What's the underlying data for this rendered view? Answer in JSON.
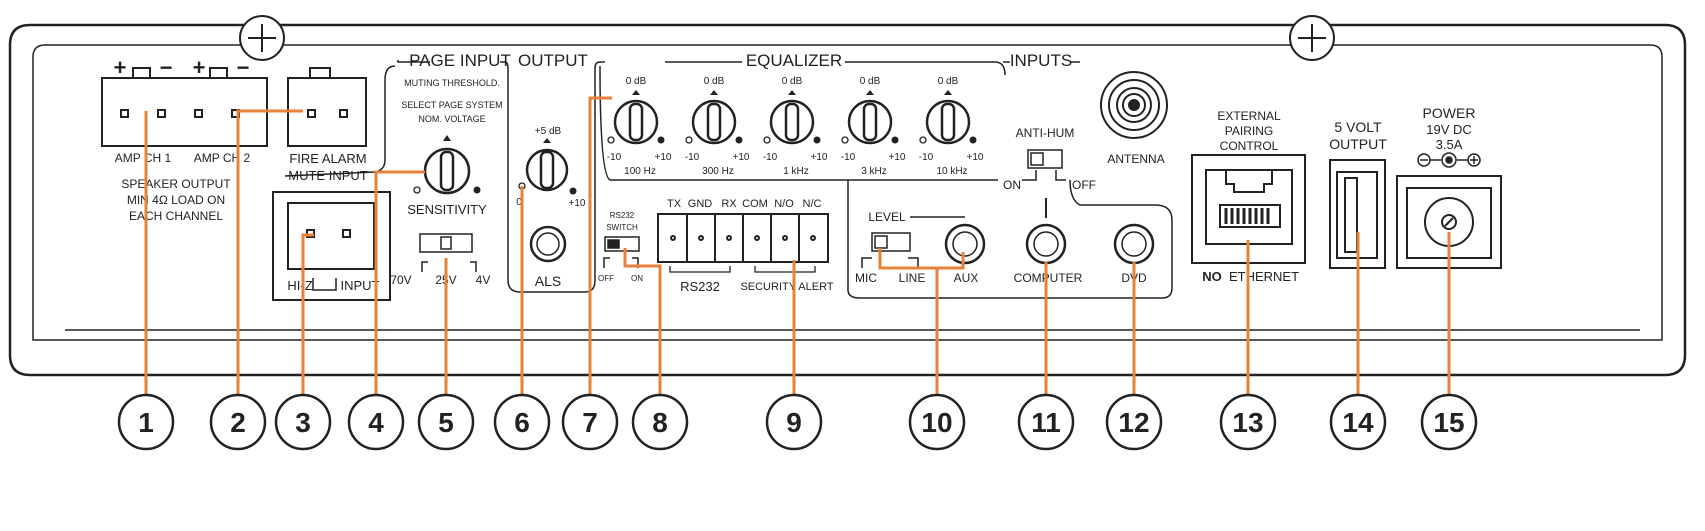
{
  "colors": {
    "callout_line": "#e8823a",
    "panel_outline": "#222222",
    "panel_fill": "#ffffff",
    "accent_orange": "#e8823a"
  },
  "sections": {
    "page_input": "PAGE INPUT",
    "output": "OUTPUT",
    "equalizer": "EQUALIZER",
    "inputs": "INPUTS"
  },
  "speaker": {
    "polarity": [
      "+",
      "−",
      "+",
      "−"
    ],
    "ch1": "AMP CH 1",
    "ch2": "AMP CH 2",
    "desc": [
      "SPEAKER OUTPUT",
      "MIN 4Ω LOAD ON",
      "EACH CHANNEL"
    ]
  },
  "fire_alarm": [
    "FIRE ALARM",
    "MUTE INPUT"
  ],
  "page_input": {
    "muting": "MUTING THRESHOLD.",
    "select": [
      "SELECT PAGE SYSTEM",
      "NOM. VOLTAGE"
    ],
    "sensitivity": "SENSITIVITY",
    "switch_labels": [
      "70V",
      "25V",
      "4V"
    ],
    "hiz": "HI-Z",
    "input": "INPUT"
  },
  "output": {
    "plus5": "+5 dB",
    "min": "0",
    "max": "+10",
    "als": "ALS"
  },
  "equalizer": {
    "bands": [
      {
        "top": "0 dB",
        "min": "-10",
        "max": "+10",
        "freq": "100 Hz"
      },
      {
        "top": "0 dB",
        "min": "-10",
        "max": "+10",
        "freq": "300 Hz"
      },
      {
        "top": "0 dB",
        "min": "-10",
        "max": "+10",
        "freq": "1 kHz"
      },
      {
        "top": "0 dB",
        "min": "-10",
        "max": "+10",
        "freq": "3 kHz"
      },
      {
        "top": "0 dB",
        "min": "-10",
        "max": "+10",
        "freq": "10 kHz"
      }
    ]
  },
  "rs232_switch": {
    "title": [
      "RS232",
      "SWITCH"
    ],
    "off": "OFF",
    "on": "ON"
  },
  "terminal": {
    "pins": [
      "TX",
      "GND",
      "RX",
      "COM",
      "N/O",
      "N/C"
    ],
    "rs232": "RS232",
    "security": "SECURITY ALERT"
  },
  "antenna": "ANTENNA",
  "inputs": {
    "antihum": "ANTI-HUM",
    "on": "ON",
    "off": "OFF",
    "level": "LEVEL",
    "mic": "MIC",
    "line": "LINE",
    "aux": "AUX",
    "computer": "COMPUTER",
    "dvd": "DVD"
  },
  "pairing": {
    "title": [
      "EXTERNAL",
      "PAIRING",
      "CONTROL"
    ],
    "no": "NO",
    "ethernet": "ETHERNET"
  },
  "usb": [
    "5 VOLT",
    "OUTPUT"
  ],
  "power": [
    "POWER",
    "19V DC",
    "3.5A"
  ],
  "callouts": [
    "1",
    "2",
    "3",
    "4",
    "5",
    "6",
    "7",
    "8",
    "9",
    "10",
    "11",
    "12",
    "13",
    "14",
    "15"
  ]
}
